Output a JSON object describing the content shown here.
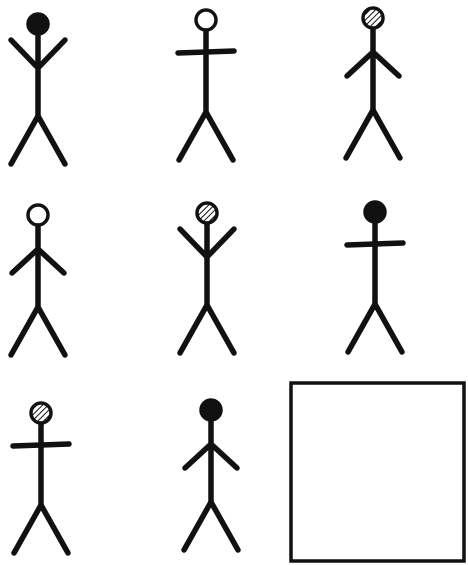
{
  "puzzle": {
    "colors": {
      "ink": "#111111",
      "background": "#ffffff"
    },
    "figures": [
      {
        "head": "solid",
        "arms": "raised"
      },
      {
        "head": "hollow",
        "arms": "horizontal"
      },
      {
        "head": "hatched",
        "arms": "lowered"
      },
      {
        "head": "hollow",
        "arms": "lowered"
      },
      {
        "head": "hatched",
        "arms": "raised"
      },
      {
        "head": "solid",
        "arms": "horizontal"
      },
      {
        "head": "hatched",
        "arms": "horizontal"
      },
      {
        "head": "solid",
        "arms": "lowered"
      }
    ],
    "answer_cell": {
      "content": ""
    }
  }
}
